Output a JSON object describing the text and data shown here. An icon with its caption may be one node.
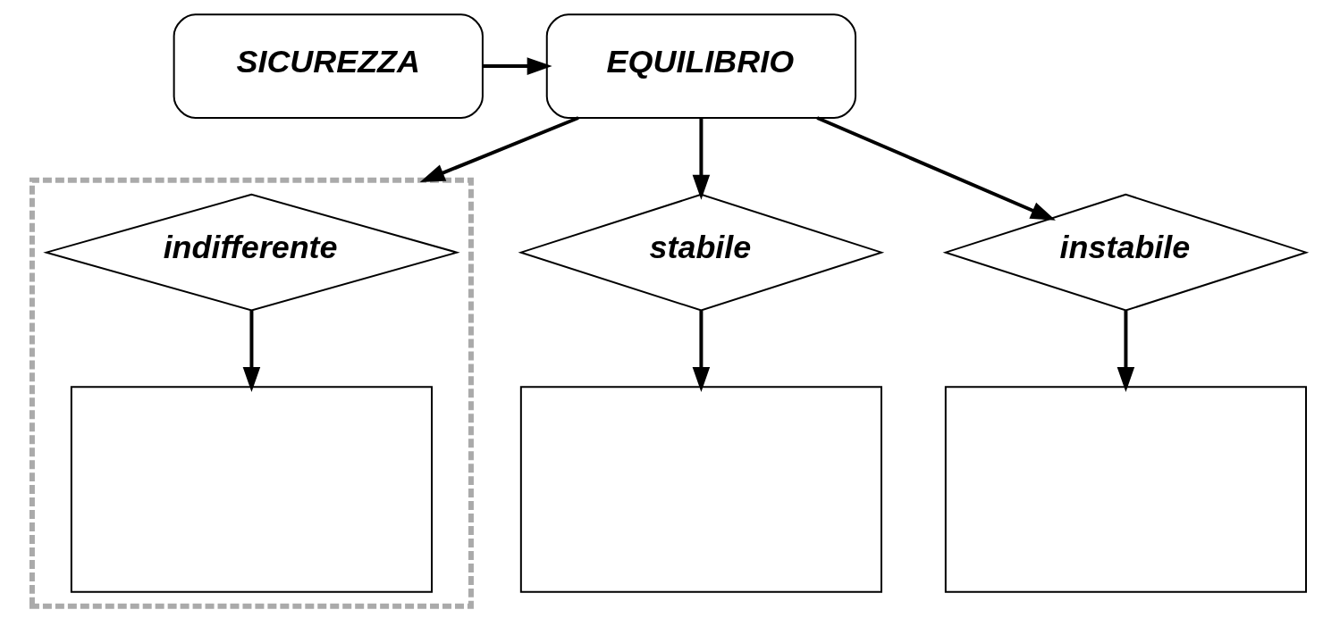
{
  "diagram": {
    "nodes": [
      {
        "text": [
          "SICUREZZA"
        ]
      },
      {
        "text": [
          "EQUILIBRIO"
        ]
      },
      {
        "text": [
          "stabile"
        ]
      },
      {
        "text": [],
        "shape": "box"
      },
      {
        "text": [
          "indifferente"
        ],
        "in": 3
      },
      {
        "text": [
          "instabile"
        ]
      },
      {
        "text": [],
        "shape": "box"
      },
      {
        "text": [],
        "shape": "box",
        "in": 3
      },
      {
        "text": [],
        "shape": "box"
      }
    ],
    "edges": [
      {
        "from": 0,
        "to": 1,
        "arrow": "to"
      },
      {
        "from": 1,
        "to": 2,
        "arrow": "to"
      },
      {
        "from": 1,
        "to": 3,
        "arrow": "to"
      },
      {
        "from": 1,
        "to": 5,
        "arrow": "to"
      },
      {
        "from": 2,
        "to": 6,
        "arrow": "to"
      },
      {
        "from": 4,
        "to": 7,
        "arrow": "to"
      },
      {
        "from": 5,
        "to": 8,
        "arrow": "to"
      }
    ]
  }
}
